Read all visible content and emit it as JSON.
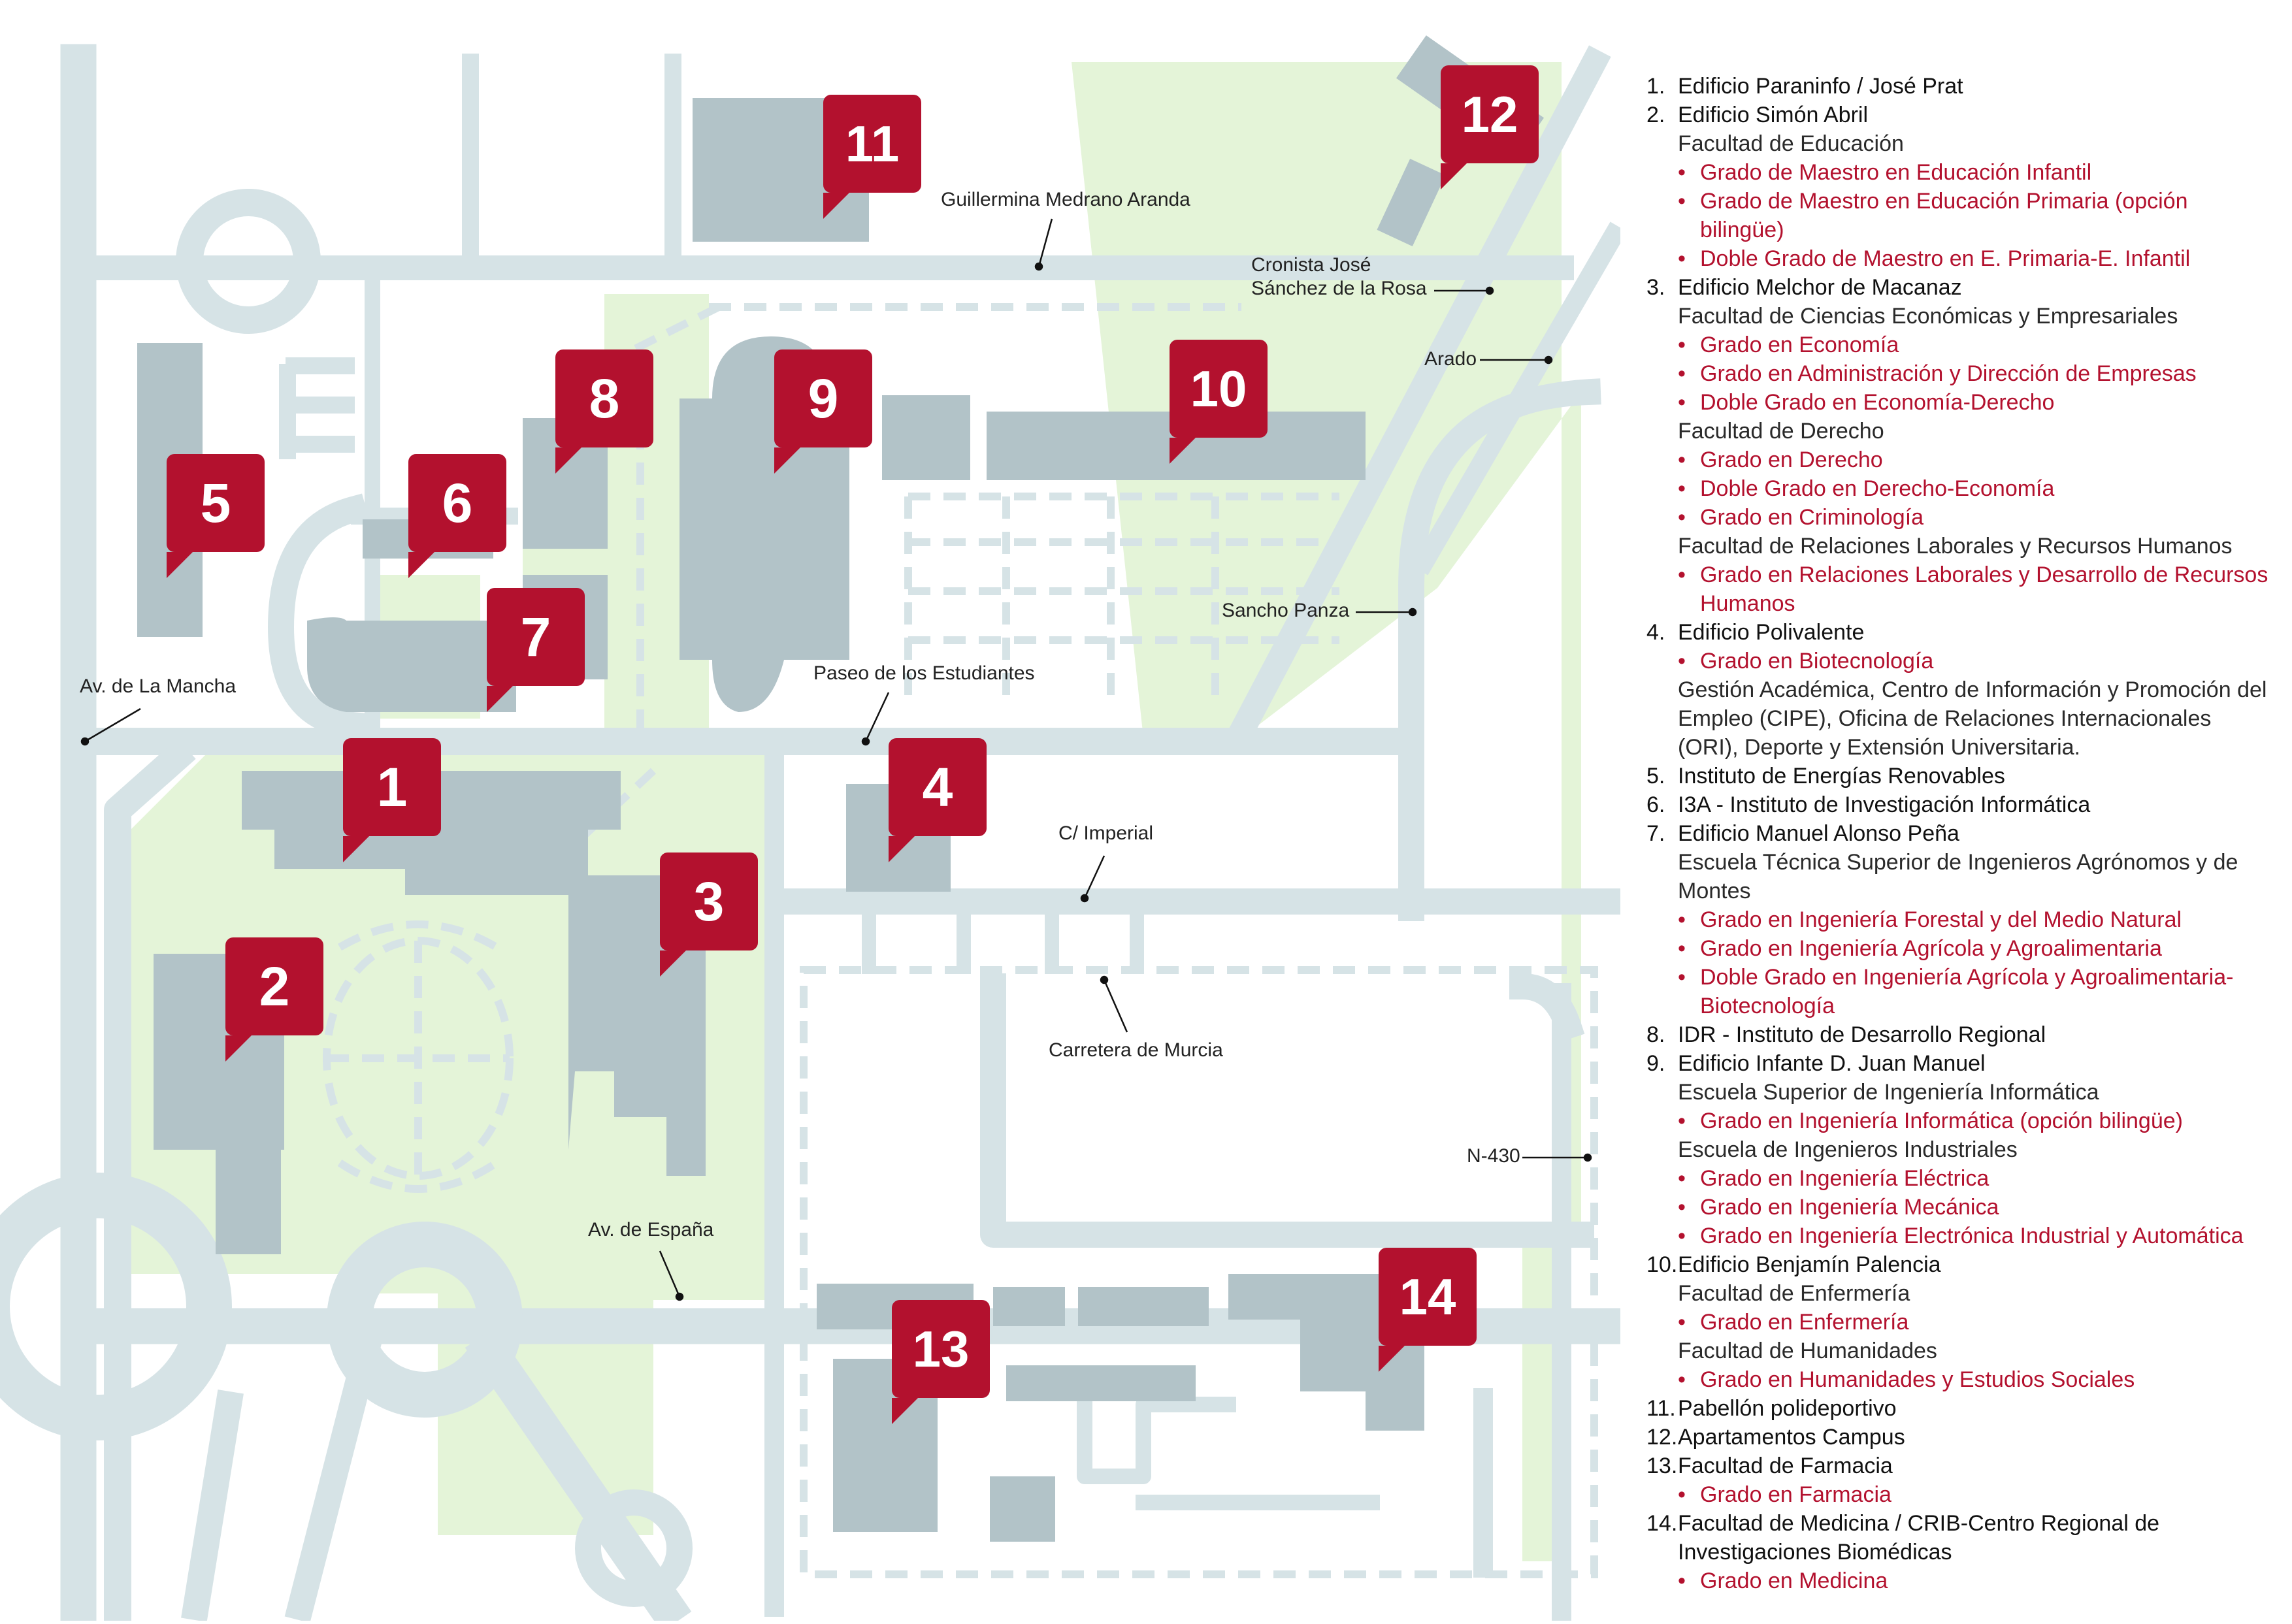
{
  "map": {
    "streets": [
      "Guillermina Medrano Aranda",
      "Cronista José",
      "Sánchez de la Rosa",
      "Arado",
      "Sancho Panza",
      "Av. de La Mancha",
      "Paseo de los Estudiantes",
      "C/ Imperial",
      "Carretera de Murcia",
      "N-430",
      "Av. de España"
    ],
    "markers": [
      "1",
      "2",
      "3",
      "4",
      "5",
      "6",
      "7",
      "8",
      "9",
      "10",
      "11",
      "12",
      "13",
      "14"
    ],
    "colors": {
      "road": "#d6e3e6",
      "building": "#b2c3c8",
      "green": "#e4f4d8",
      "marker": "#b3112e"
    }
  },
  "legend": [
    {
      "num": "1.",
      "title": "Edificio Paraninfo / José Prat",
      "lines": []
    },
    {
      "num": "2.",
      "title": "Edificio Simón Abril",
      "lines": [
        {
          "t": "u",
          "text": "Facultad de Educación"
        },
        {
          "t": "d",
          "text": "Grado de Maestro en Educación Infantil"
        },
        {
          "t": "d",
          "text": "Grado de Maestro en Educación Primaria (opción bilingüe)"
        },
        {
          "t": "d",
          "text": "Doble Grado de Maestro en E. Primaria-E. Infantil"
        }
      ]
    },
    {
      "num": "3.",
      "title": "Edificio Melchor de Macanaz",
      "lines": [
        {
          "t": "u",
          "text": "Facultad de Ciencias Económicas y Empresariales"
        },
        {
          "t": "d",
          "text": "Grado en Economía"
        },
        {
          "t": "d",
          "text": "Grado en Administración y Dirección de Empresas"
        },
        {
          "t": "d",
          "text": "Doble Grado en Economía-Derecho"
        },
        {
          "t": "u",
          "text": "Facultad de Derecho"
        },
        {
          "t": "d",
          "text": "Grado en Derecho"
        },
        {
          "t": "d",
          "text": "Doble Grado en Derecho-Economía"
        },
        {
          "t": "d",
          "text": "Grado en Criminología"
        },
        {
          "t": "u",
          "text": "Facultad de Relaciones Laborales y Recursos Humanos"
        },
        {
          "t": "d",
          "text": "Grado en Relaciones Laborales y Desarrollo de Recursos Humanos"
        }
      ]
    },
    {
      "num": "4.",
      "title": "Edificio Polivalente",
      "lines": [
        {
          "t": "d",
          "text": "Grado en Biotecnología"
        },
        {
          "t": "u",
          "text": "Gestión Académica, Centro de Información y Promoción del Empleo (CIPE), Oficina de Relaciones Internacionales (ORI), Deporte y Extensión Universitaria."
        }
      ]
    },
    {
      "num": "5.",
      "title": "Instituto de Energías Renovables",
      "lines": []
    },
    {
      "num": "6.",
      "title": "I3A - Instituto de Investigación Informática",
      "lines": []
    },
    {
      "num": "7.",
      "title": "Edificio Manuel Alonso Peña",
      "lines": [
        {
          "t": "u",
          "text": "Escuela Técnica Superior de Ingenieros Agrónomos y de Montes"
        },
        {
          "t": "d",
          "text": "Grado en Ingeniería Forestal y del Medio Natural"
        },
        {
          "t": "d",
          "text": "Grado en Ingeniería Agrícola y Agroalimentaria"
        },
        {
          "t": "d",
          "text": "Doble Grado en Ingeniería Agrícola y Agroalimentaria-Biotecnología"
        }
      ]
    },
    {
      "num": "8.",
      "title": "IDR - Instituto de Desarrollo Regional",
      "lines": []
    },
    {
      "num": "9.",
      "title": "Edificio Infante D. Juan Manuel",
      "lines": [
        {
          "t": "u",
          "text": "Escuela Superior de Ingeniería Informática"
        },
        {
          "t": "d",
          "text": "Grado en Ingeniería Informática (opción bilingüe)"
        },
        {
          "t": "u",
          "text": "Escuela de Ingenieros Industriales"
        },
        {
          "t": "d",
          "text": "Grado en Ingeniería Eléctrica"
        },
        {
          "t": "d",
          "text": "Grado en Ingeniería Mecánica"
        },
        {
          "t": "d",
          "text": "Grado en Ingeniería Electrónica Industrial y Automática"
        }
      ]
    },
    {
      "num": "10.",
      "title": "Edificio Benjamín Palencia",
      "lines": [
        {
          "t": "u",
          "text": "Facultad de Enfermería"
        },
        {
          "t": "d",
          "text": "Grado en Enfermería"
        },
        {
          "t": "u",
          "text": "Facultad de Humanidades"
        },
        {
          "t": "d",
          "text": "Grado en Humanidades y Estudios Sociales"
        }
      ]
    },
    {
      "num": "11.",
      "title": "Pabellón polideportivo",
      "lines": []
    },
    {
      "num": "12.",
      "title": "Apartamentos Campus",
      "lines": []
    },
    {
      "num": "13.",
      "title": "Facultad de Farmacia",
      "lines": [
        {
          "t": "d",
          "text": "Grado en Farmacia"
        }
      ]
    },
    {
      "num": "14.",
      "title": "Facultad de Medicina / CRIB-Centro Regional de Investigaciones Biomédicas",
      "lines": [
        {
          "t": "d",
          "text": "Grado en Medicina"
        }
      ]
    }
  ]
}
